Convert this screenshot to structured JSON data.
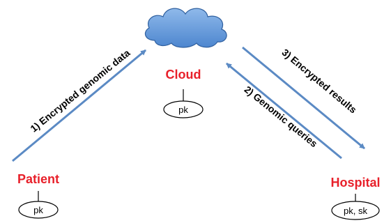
{
  "nodes": {
    "cloud": {
      "label": "Cloud",
      "keys": "pk"
    },
    "patient": {
      "label": "Patient",
      "keys": "pk"
    },
    "hospital": {
      "label": "Hospital",
      "keys": "pk, sk"
    }
  },
  "edges": {
    "patient_to_cloud": "1) Encrypted genomic data",
    "hospital_to_cloud": "2) Genomic queries",
    "cloud_to_hospital": "3) Encrypted results"
  },
  "colors": {
    "label": "#e8202a",
    "arrow": "#5b8ac4",
    "cloud_fill": "#5f95d6",
    "cloud_stroke": "#2f5f9e"
  }
}
